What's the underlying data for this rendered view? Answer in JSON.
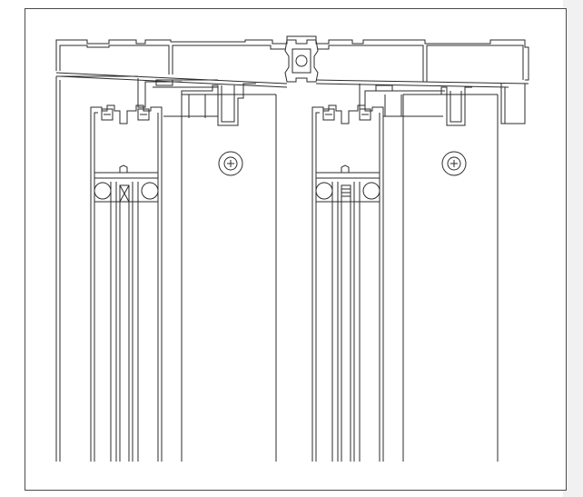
{
  "viewer": {
    "background_color": "#ffffff",
    "sheet_border_color": "#4a4a4a",
    "line_color": "#2b2b2b",
    "panel_gap_color": "#f1f1f1"
  },
  "drawing": {
    "subject": "sliding-door-head-section",
    "panels": [
      {
        "name": "left-panel",
        "screw_icon": "phillips-screw-icon"
      },
      {
        "name": "right-panel",
        "screw_icon": "phillips-screw-icon"
      }
    ]
  }
}
